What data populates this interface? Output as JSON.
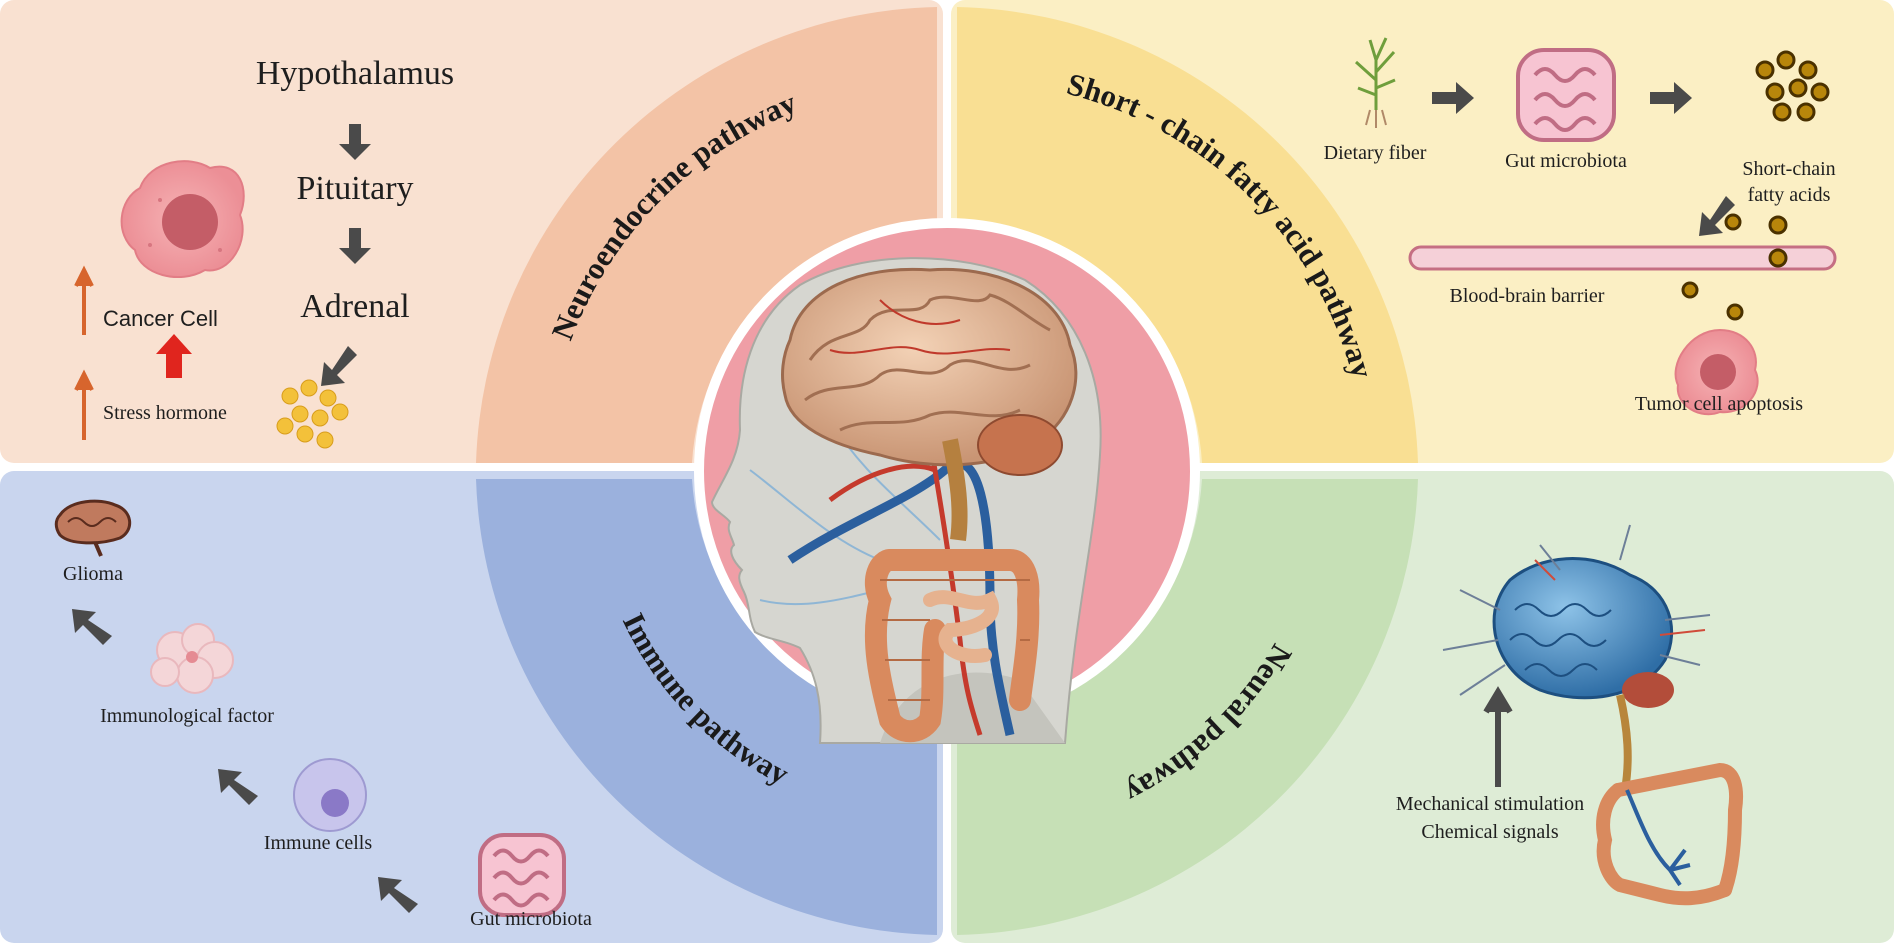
{
  "center": {
    "pathways": {
      "neuroendocrine": "Neuroendocrine pathway",
      "scfa": "Short - chain fatty acid pathway",
      "immune": "Immune pathway",
      "neural": "Neural pathway"
    }
  },
  "neuroendocrine": {
    "hpa": [
      "Hypothalamus",
      "Pituitary",
      "Adrenal"
    ],
    "cancer_cell": "Cancer Cell",
    "stress_hormone": "Stress hormone"
  },
  "scfa": {
    "dietary_fiber": "Dietary fiber",
    "gut_microbiota": "Gut microbiota",
    "scfa_line1": "Short-chain",
    "scfa_line2": "fatty acids",
    "bbb": "Blood-brain barrier",
    "apoptosis": "Tumor cell apoptosis"
  },
  "immune": {
    "glioma": "Glioma",
    "factor": "Immunological factor",
    "cells": "Immune cells",
    "gut_microbiota": "Gut microbiota"
  },
  "neural": {
    "line1": "Mechanical stimulation",
    "line2": "Chemical signals"
  },
  "colors": {
    "neuroendocrine_band": "#f3c3a6",
    "scfa_band": "#f9df93",
    "immune_band": "#9bb1dd",
    "neural_band": "#c6e0b6",
    "center_disk": "#ef9ea6",
    "arrow": "#4a4a4a",
    "up_arrow": "#d7652d",
    "red_arrow": "#e0251e"
  }
}
